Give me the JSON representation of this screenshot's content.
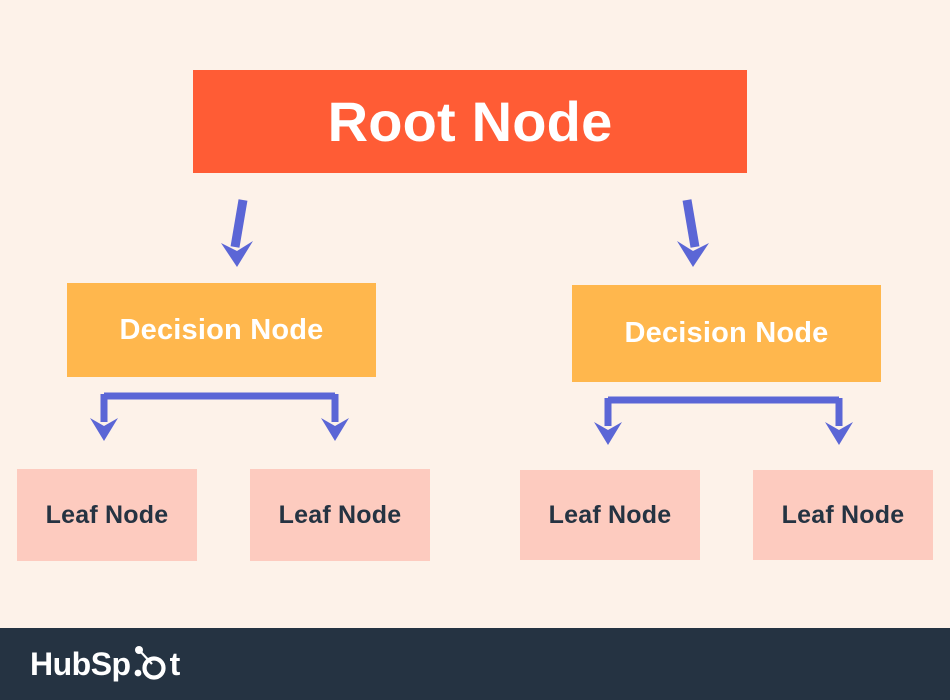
{
  "diagram": {
    "type": "decision-tree",
    "background_color": "#FDF2E9",
    "nodes": {
      "root": {
        "label": "Root Node",
        "fill": "#FF5C35",
        "text_color": "#FFFFFF"
      },
      "decision_left": {
        "label": "Decision Node",
        "fill": "#FFB74D",
        "text_color": "#FFFFFF"
      },
      "decision_right": {
        "label": "Decision Node",
        "fill": "#FFB74D",
        "text_color": "#FFFFFF"
      },
      "leaves": [
        {
          "label": "Leaf Node",
          "fill": "#FDCBBF",
          "text_color": "#253342"
        },
        {
          "label": "Leaf Node",
          "fill": "#FDCBBF",
          "text_color": "#253342"
        },
        {
          "label": "Leaf Node",
          "fill": "#FDCBBF",
          "text_color": "#253342"
        },
        {
          "label": "Leaf Node",
          "fill": "#FDCBBF",
          "text_color": "#253342"
        }
      ]
    },
    "connectors": {
      "color": "#5B66D6",
      "root_to_decision_count": 2,
      "decision_to_leaf_count": 4
    }
  },
  "footer": {
    "background_color": "#253342",
    "brand": "HubSp",
    "brand_suffix": "t",
    "brand_full": "HubSpot"
  }
}
